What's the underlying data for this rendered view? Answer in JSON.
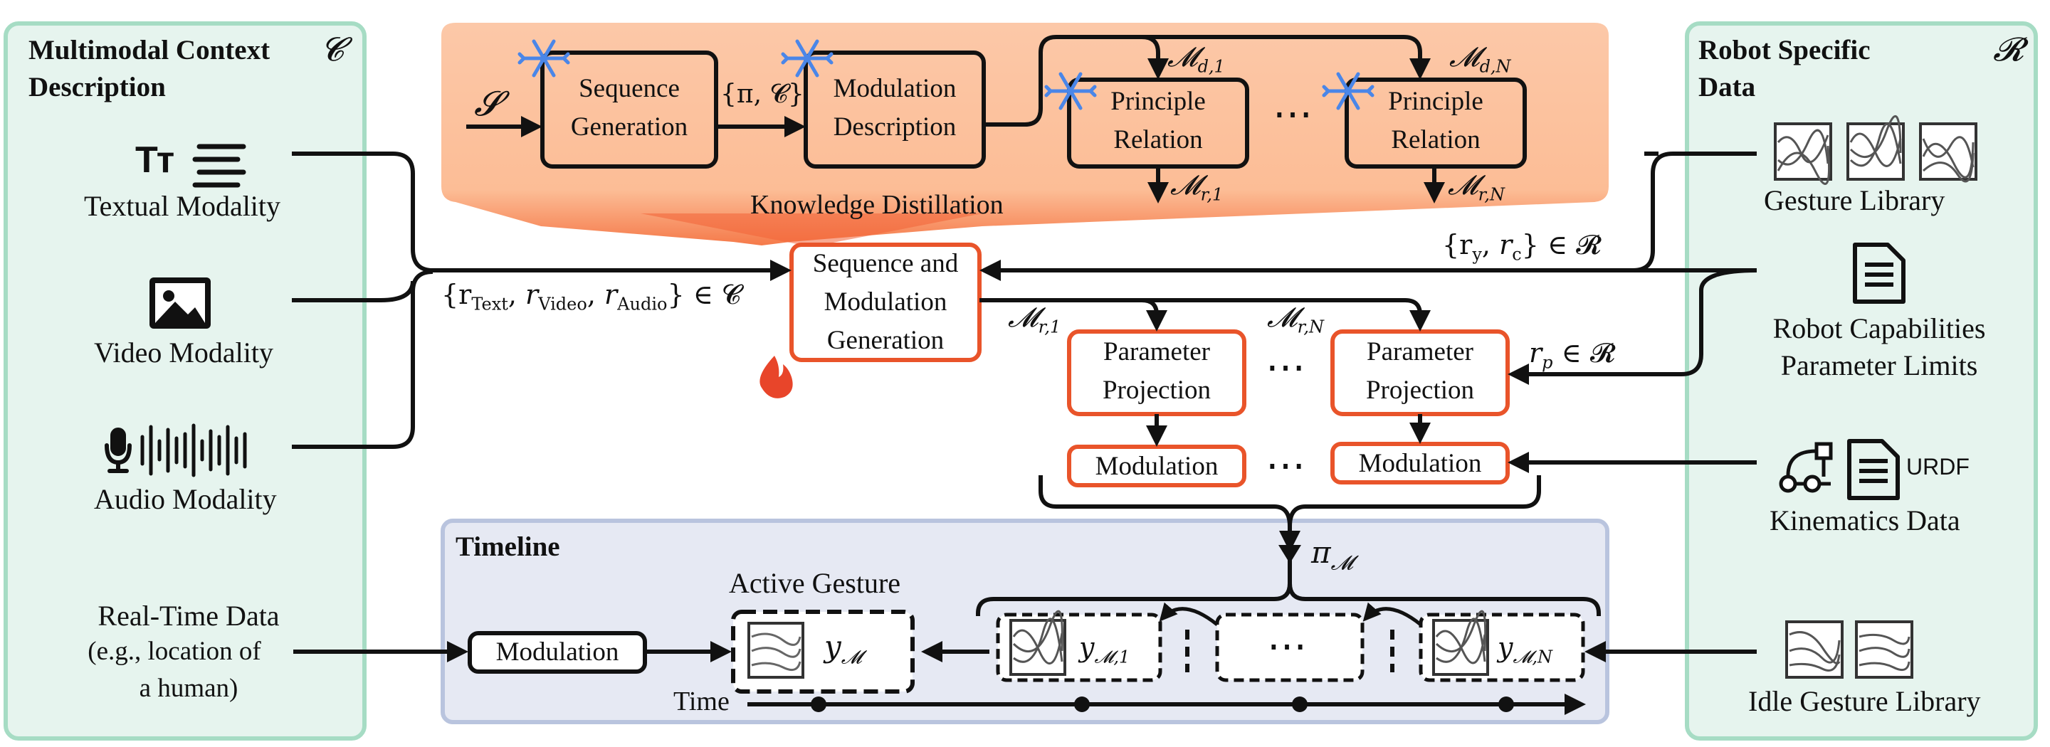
{
  "left_panel": {
    "title_line1": "Multimodal Context",
    "title_line2": "Description",
    "symbol": "𝓒",
    "textual_label": "Textual Modality",
    "textual_icon_glyph": "Tт",
    "video_label": "Video Modality",
    "audio_label": "Audio Modality",
    "realtime_line1": "Real-Time Data",
    "realtime_line2": "(e.g., location of",
    "realtime_line3": "a human)",
    "icons": [
      "text-format-icon",
      "text-lines-icon",
      "image-icon",
      "microphone-icon",
      "waveform-icon"
    ]
  },
  "right_panel": {
    "title_line1": "Robot Specific",
    "title_line2": "Data",
    "symbol": "𝓡",
    "gesture_library": "Gesture Library",
    "capabilities_line1": "Robot Capabilities",
    "capabilities_line2": "Parameter Limits",
    "kinematics": "Kinematics Data",
    "urdf": "URDF",
    "idle_library": "Idle Gesture Library",
    "icons": [
      "gesture-thumbnail-icon",
      "document-icon",
      "kinematic-chain-icon"
    ]
  },
  "distillation": {
    "label": "Knowledge Distillation",
    "input_symbol": "𝓢",
    "seq_gen_line1": "Sequence",
    "seq_gen_line2": "Generation",
    "pi_c": "{π, 𝓒}",
    "mod_desc_line1": "Modulation",
    "mod_desc_line2": "Description",
    "principle_line1": "Principle",
    "principle_line2": "Relation",
    "md1": "𝓜",
    "md1_sub": "d,1",
    "mdN": "𝓜",
    "mdN_sub": "d,N",
    "mr1": "𝓜",
    "mr1_sub": "r,1",
    "mrN": "𝓜",
    "mrN_sub": "r,N",
    "ellipsis": "⋯",
    "frozen_icon": "snowflake-icon"
  },
  "center": {
    "seq_mod_line1": "Sequence and",
    "seq_mod_line2": "Modulation",
    "seq_mod_line3": "Generation",
    "context_set": "{r",
    "context_text": "Text",
    "context_video": "Video",
    "context_audio": "Audio",
    "context_in": "} ∈ 𝓒",
    "ry_rc": "{r",
    "ry_rc_y": "y",
    "ry_rc_c": "c",
    "ry_rc_in": "} ∈ 𝓡",
    "rp": "r",
    "rp_sub": "p",
    "rp_in": " ∈ 𝓡",
    "trainable_icon": "fire-icon",
    "param_proj_line1": "Parameter",
    "param_proj_line2": "Projection",
    "modulation": "Modulation",
    "pi_m": "π",
    "pi_m_sub": "𝓜"
  },
  "timeline": {
    "title": "Timeline",
    "active_gesture": "Active Gesture",
    "y_m": "y",
    "y_m_sub": "𝓜",
    "y_m1_sub": "𝓜,1",
    "y_mN_sub": "𝓜,N",
    "modulation": "Modulation",
    "time": "Time",
    "ellipsis": "⋯"
  },
  "colors": {
    "left_panel_bg": "#e6f4ee",
    "left_panel_border": "#9fd6be",
    "orange_light": "#fdd9c0",
    "orange_dark": "#f79a72",
    "box_orange_border": "#e9542a",
    "timeline_bg": "#e6e9f3",
    "timeline_border": "#b6c2dc",
    "snowflake": "#4a86e8",
    "fire": "#e8452a"
  }
}
